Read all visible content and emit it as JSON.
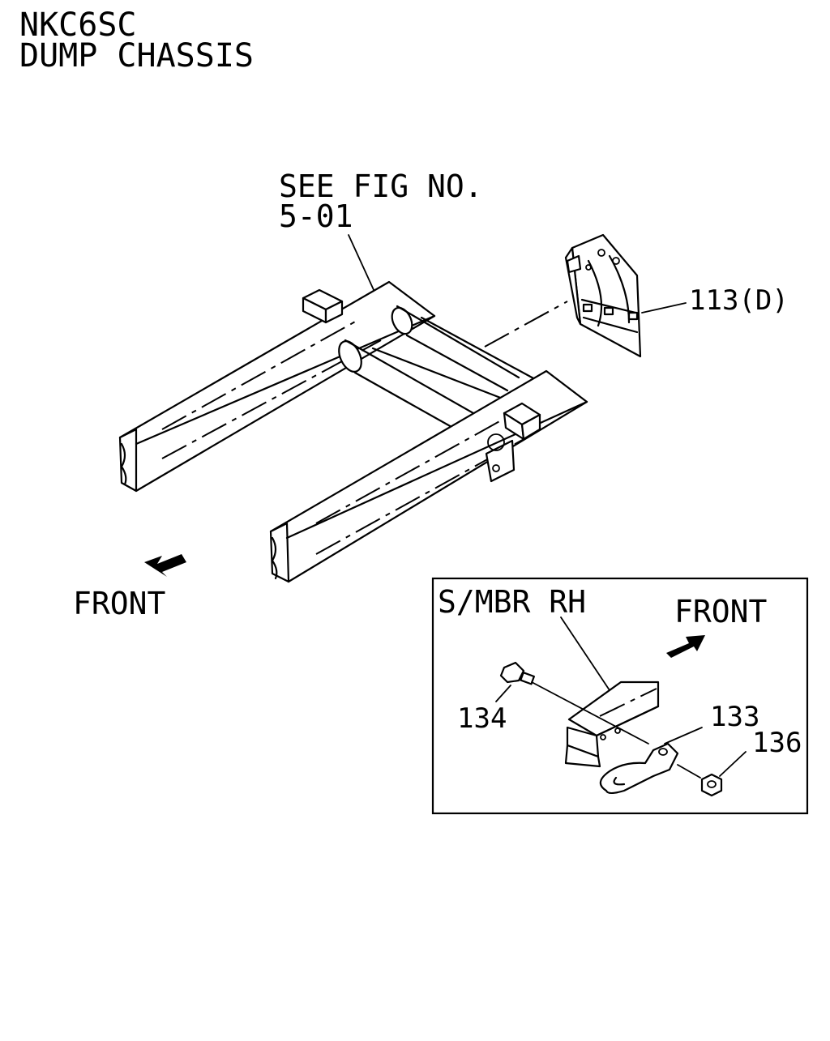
{
  "header": {
    "model": "NKC6SC",
    "description": "DUMP CHASSIS"
  },
  "reference": {
    "line1": "SEE FIG NO.",
    "line2": "5-01"
  },
  "callouts": {
    "bracket": "113(D)",
    "bolt": "134",
    "hook": "133",
    "nut": "136"
  },
  "main_front_label": "FRONT",
  "inset": {
    "title": "S/MBR RH",
    "front_label": "FRONT"
  }
}
